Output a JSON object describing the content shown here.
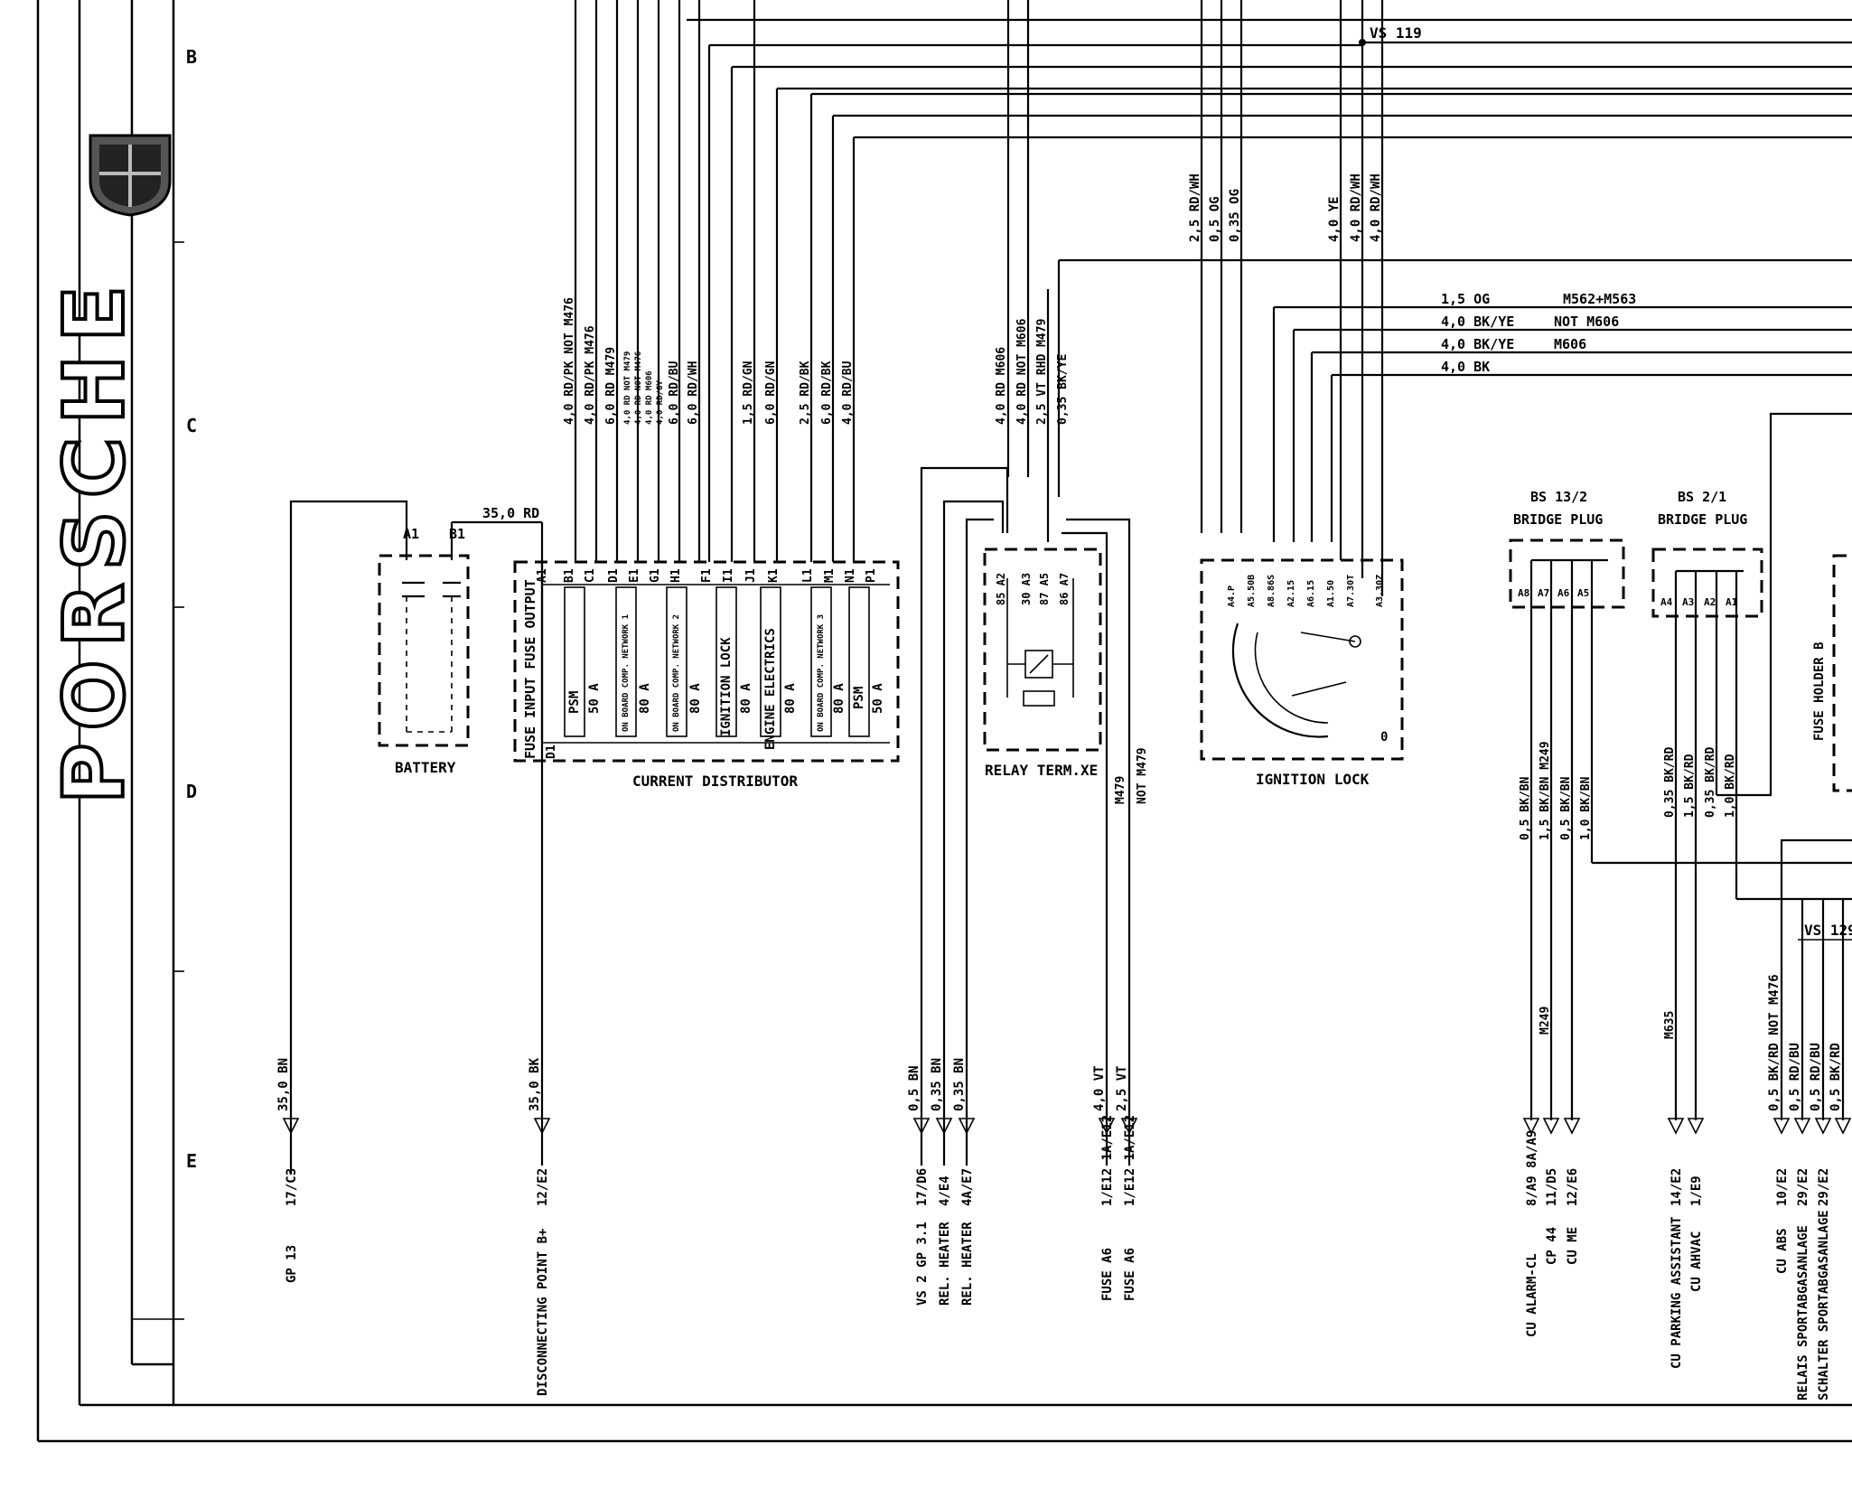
{
  "brand": {
    "wordmark": "PORSCHE"
  },
  "grid_rows": [
    "B",
    "C",
    "D",
    "E"
  ],
  "components": {
    "battery": {
      "label": "BATTERY",
      "terminals": [
        "A1",
        "B1"
      ],
      "wire": "35,0 RD"
    },
    "current_distributor": {
      "label": "CURRENT DISTRIBUTOR",
      "side_label": "FUSE INPUT FUSE OUTPUT",
      "pins": [
        "A1",
        "B1",
        "C1",
        "D1",
        "E1",
        "G1",
        "H1",
        "F1",
        "I1",
        "J1",
        "K1",
        "L1",
        "M1",
        "N1",
        "P1",
        "D1"
      ],
      "fuses": [
        {
          "name": "PSM",
          "rating": "50 A"
        },
        {
          "name": "ON BOARD COMP. NETWORK 1",
          "rating": "80 A"
        },
        {
          "name": "ON BOARD COMP. NETWORK 2",
          "rating": "80 A"
        },
        {
          "name": "IGNITION LOCK",
          "rating": "80 A"
        },
        {
          "name": "ENGINE ELECTRICS",
          "rating": "80 A"
        },
        {
          "name": "ON BOARD COMP. NETWORK 3",
          "rating": "80 A"
        },
        {
          "name": "PSM",
          "rating": "50 A"
        }
      ]
    },
    "relay": {
      "label": "RELAY TERM.XE",
      "pins": [
        "85 A2",
        "30 A3",
        "87 A5",
        "86 A7"
      ]
    },
    "ignition_lock": {
      "label": "IGNITION LOCK",
      "pins": [
        "A4.P",
        "A5.50B",
        "A8.86S",
        "A2.15",
        "A6.15",
        "A1.50",
        "A7.30T",
        "A3.30Z"
      ],
      "position": "0"
    },
    "bridge1": {
      "name": "BS 13/2",
      "label": "BRIDGE PLUG",
      "pins": [
        "A8",
        "A7",
        "A6",
        "A5"
      ]
    },
    "bridge2": {
      "name": "BS 2/1",
      "label": "BRIDGE PLUG",
      "pins": [
        "A4",
        "A3",
        "A2",
        "A1"
      ]
    },
    "fuse_holder": {
      "label": "FUSE HOLDER B"
    }
  },
  "wire_labels": {
    "vs119": "VS 119",
    "vs129": "VS 129",
    "top_right": [
      "2,5 RD/WH",
      "0,5 OG",
      "0,35 OG",
      "4,0 YE",
      "4,0 RD/WH",
      "4,0 RD/WH"
    ],
    "horizontal": [
      {
        "wire": "1,5 OG",
        "note": "M562+M563"
      },
      {
        "wire": "4,0 BK/YE",
        "note": "NOT M606"
      },
      {
        "wire": "4,0 BK/YE",
        "note": "M606"
      },
      {
        "wire": "4,0 BK",
        "note": ""
      }
    ],
    "distributor": [
      "4,0 RD/PK NOT M476",
      "4,0 RD/PK M476",
      "6,0 RD M479",
      "4,0 RD NOT M479",
      "4,0 RD NOT M476",
      "4,0 RD M606",
      "4,0 RD/GY",
      "6,0 RD/BU",
      "6,0 RD/WH",
      "1,5 RD/GN",
      "6,0 RD/GN",
      "2,5 RD/BK",
      "6,0 RD/BK",
      "4,0 RD/BU"
    ],
    "relay": [
      "4,0 RD M606",
      "4,0 RD NOT M606",
      "2,5 VT RHD M479",
      "0,35 BK/YE"
    ],
    "relay_bottom": [
      "M479",
      "NOT M479"
    ],
    "bridge1": [
      "0,5 BK/BN",
      "1,5 BK/BN M249",
      "0,5 BK/BN",
      "1,0 BK/BN"
    ],
    "bridge2": [
      "0,35 BK/RD",
      "1,5 BK/RD",
      "0,35 BK/RD",
      "1,0 BK/RD"
    ],
    "m635": "M635",
    "m249": "M249"
  },
  "bottom_connections": [
    {
      "wire": "35,0 BN",
      "pin": "17/C3",
      "dest": "GP 13"
    },
    {
      "wire": "35,0 BK",
      "pin": "12/E2",
      "dest": "DISCONNECTING POINT B+"
    },
    {
      "wire": "0,5 BN",
      "pin": "17/D6",
      "dest": "VS 2 GP 3.1"
    },
    {
      "wire": "0,35 BN",
      "pin": "4/E4",
      "dest": "REL. HEATER"
    },
    {
      "wire": "0,35 BN",
      "pin": "4A/E7",
      "dest": "REL. HEATER"
    },
    {
      "wire": "4,0 VT",
      "pin": "1/E12 1A/E12",
      "dest": "FUSE A6"
    },
    {
      "wire": "2,5 VT",
      "pin": "1/E12 1A/E12",
      "dest": "FUSE A6"
    },
    {
      "wire": "",
      "pin": "8/A9 8A/A9",
      "dest": "CU ALARM-CL"
    },
    {
      "wire": "",
      "pin": "11/D5",
      "dest": "CP 44"
    },
    {
      "wire": "",
      "pin": "12/E6",
      "dest": "CU ME"
    },
    {
      "wire": "",
      "pin": "14/E2",
      "dest": "CU PARKING ASSISTANT"
    },
    {
      "wire": "",
      "pin": "1/E9",
      "dest": "CU AHVAC"
    },
    {
      "wire": "0,5 BK/RD NOT M476",
      "pin": "10/E2",
      "dest": "CU ABS"
    },
    {
      "wire": "0,5 RD/BU",
      "pin": "29/E2",
      "dest": "RELAIS SPORTABGASANLAGE"
    },
    {
      "wire": "0,5 RD/BU",
      "pin": "29/E2",
      "dest": "SCHALTER SPORTABGASANLAGE"
    },
    {
      "wire": "0,5 BK/RD",
      "pin": "",
      "dest": ""
    }
  ]
}
